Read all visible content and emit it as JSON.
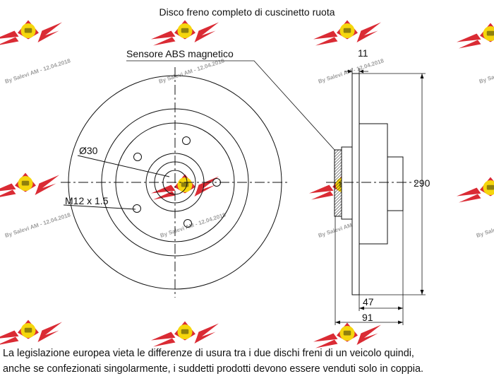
{
  "title": "Disco freno completo di cuscinetto ruota",
  "labels": {
    "sensor": "Sensore ABS magnetico",
    "bore": "Ø30",
    "thread": "M12 x 1.5"
  },
  "dimensions": {
    "thickness": "11",
    "diameter": "290",
    "offset": "47",
    "total_height": "91"
  },
  "watermark": {
    "text": "By Salevi AM - 12.04.2018",
    "colors": {
      "wing": "#d8202a",
      "badge": "#f5d400"
    }
  },
  "note": {
    "line1": "La legislazione europea vieta le differenze di usura tra i due dischi freni di un veicolo quindi,",
    "line2": "anche se confezionati singolarmente, i suddetti prodotti devono essere venduti solo in coppia."
  },
  "colors": {
    "line": "#111111",
    "background": "#ffffff"
  }
}
